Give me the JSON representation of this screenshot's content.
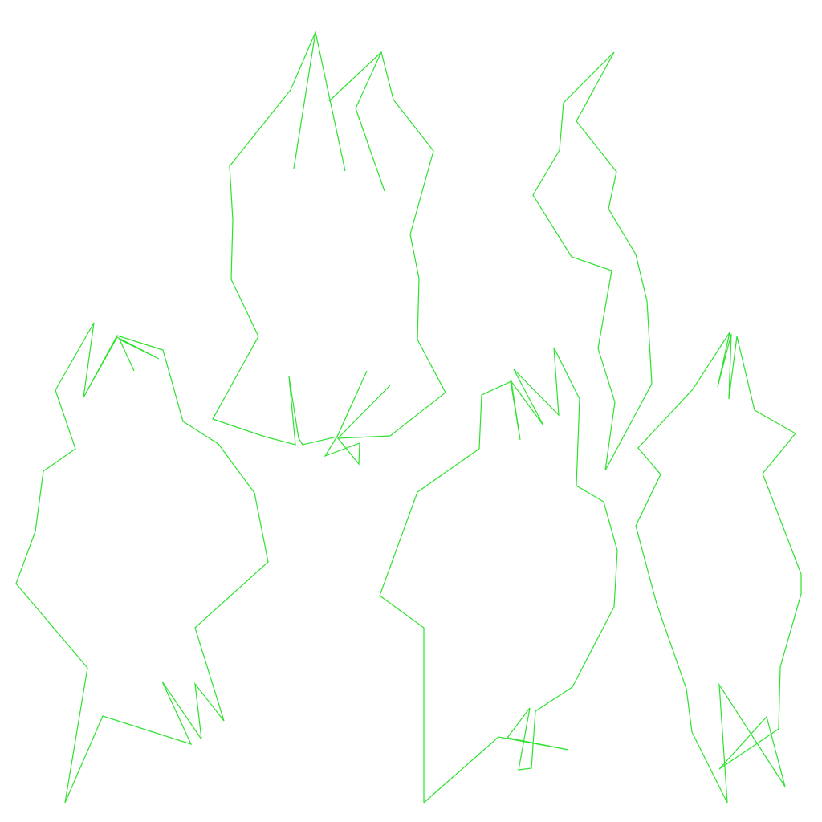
{
  "canvas": {
    "background": "#ffffff",
    "stroke_color": "#2ee22e"
  },
  "shapes": [
    {
      "name": "sketch-figure-top-center"
    },
    {
      "name": "sketch-figure-top-right-stroke"
    },
    {
      "name": "sketch-figure-bottom-left"
    },
    {
      "name": "sketch-figure-bottom-center"
    },
    {
      "name": "sketch-figure-bottom-right"
    }
  ]
}
